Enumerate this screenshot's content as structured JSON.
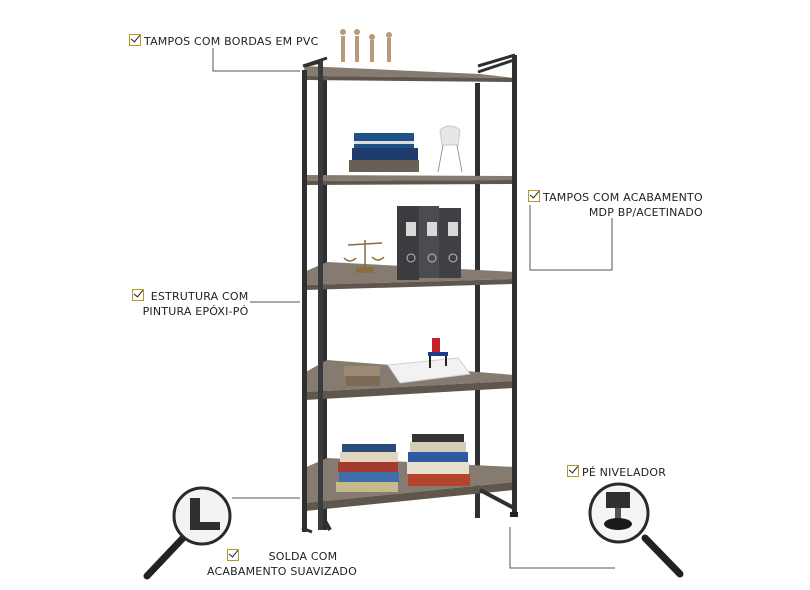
{
  "labels": {
    "tampos_bordas": "TAMPOS COM BORDAS EM PVC",
    "tampos_acabamento_1": "TAMPOS COM ACABAMENTO",
    "tampos_acabamento_2": "MDP BP/ACETINADO",
    "estrutura_1": "ESTRUTURA COM",
    "estrutura_2": "PINTURA  EPÓXI-PÓ",
    "pe_nivelador": "PÉ NIVELADOR",
    "solda_1": "SOLDA COM",
    "solda_2": "ACABAMENTO SUAVIZADO"
  },
  "colors": {
    "frame": "#2e2f31",
    "wood": "#857b70",
    "wood_dark": "#5f574e",
    "line": "#555555",
    "check": "#b59a2a"
  }
}
